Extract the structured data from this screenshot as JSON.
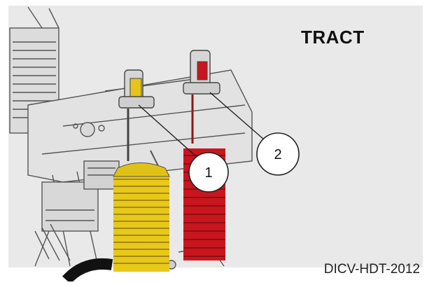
{
  "figure": {
    "title": "TRACT",
    "reference_code": "DICV-HDT-2012",
    "callouts": [
      {
        "number": "1",
        "target": "yellow coupling head"
      },
      {
        "number": "2",
        "target": "red coupling head"
      }
    ],
    "colors": {
      "yellow_hose": "#e8c81a",
      "red_hose": "#c8161e",
      "background": "#e9e9e9",
      "line_art": "#555555"
    }
  }
}
